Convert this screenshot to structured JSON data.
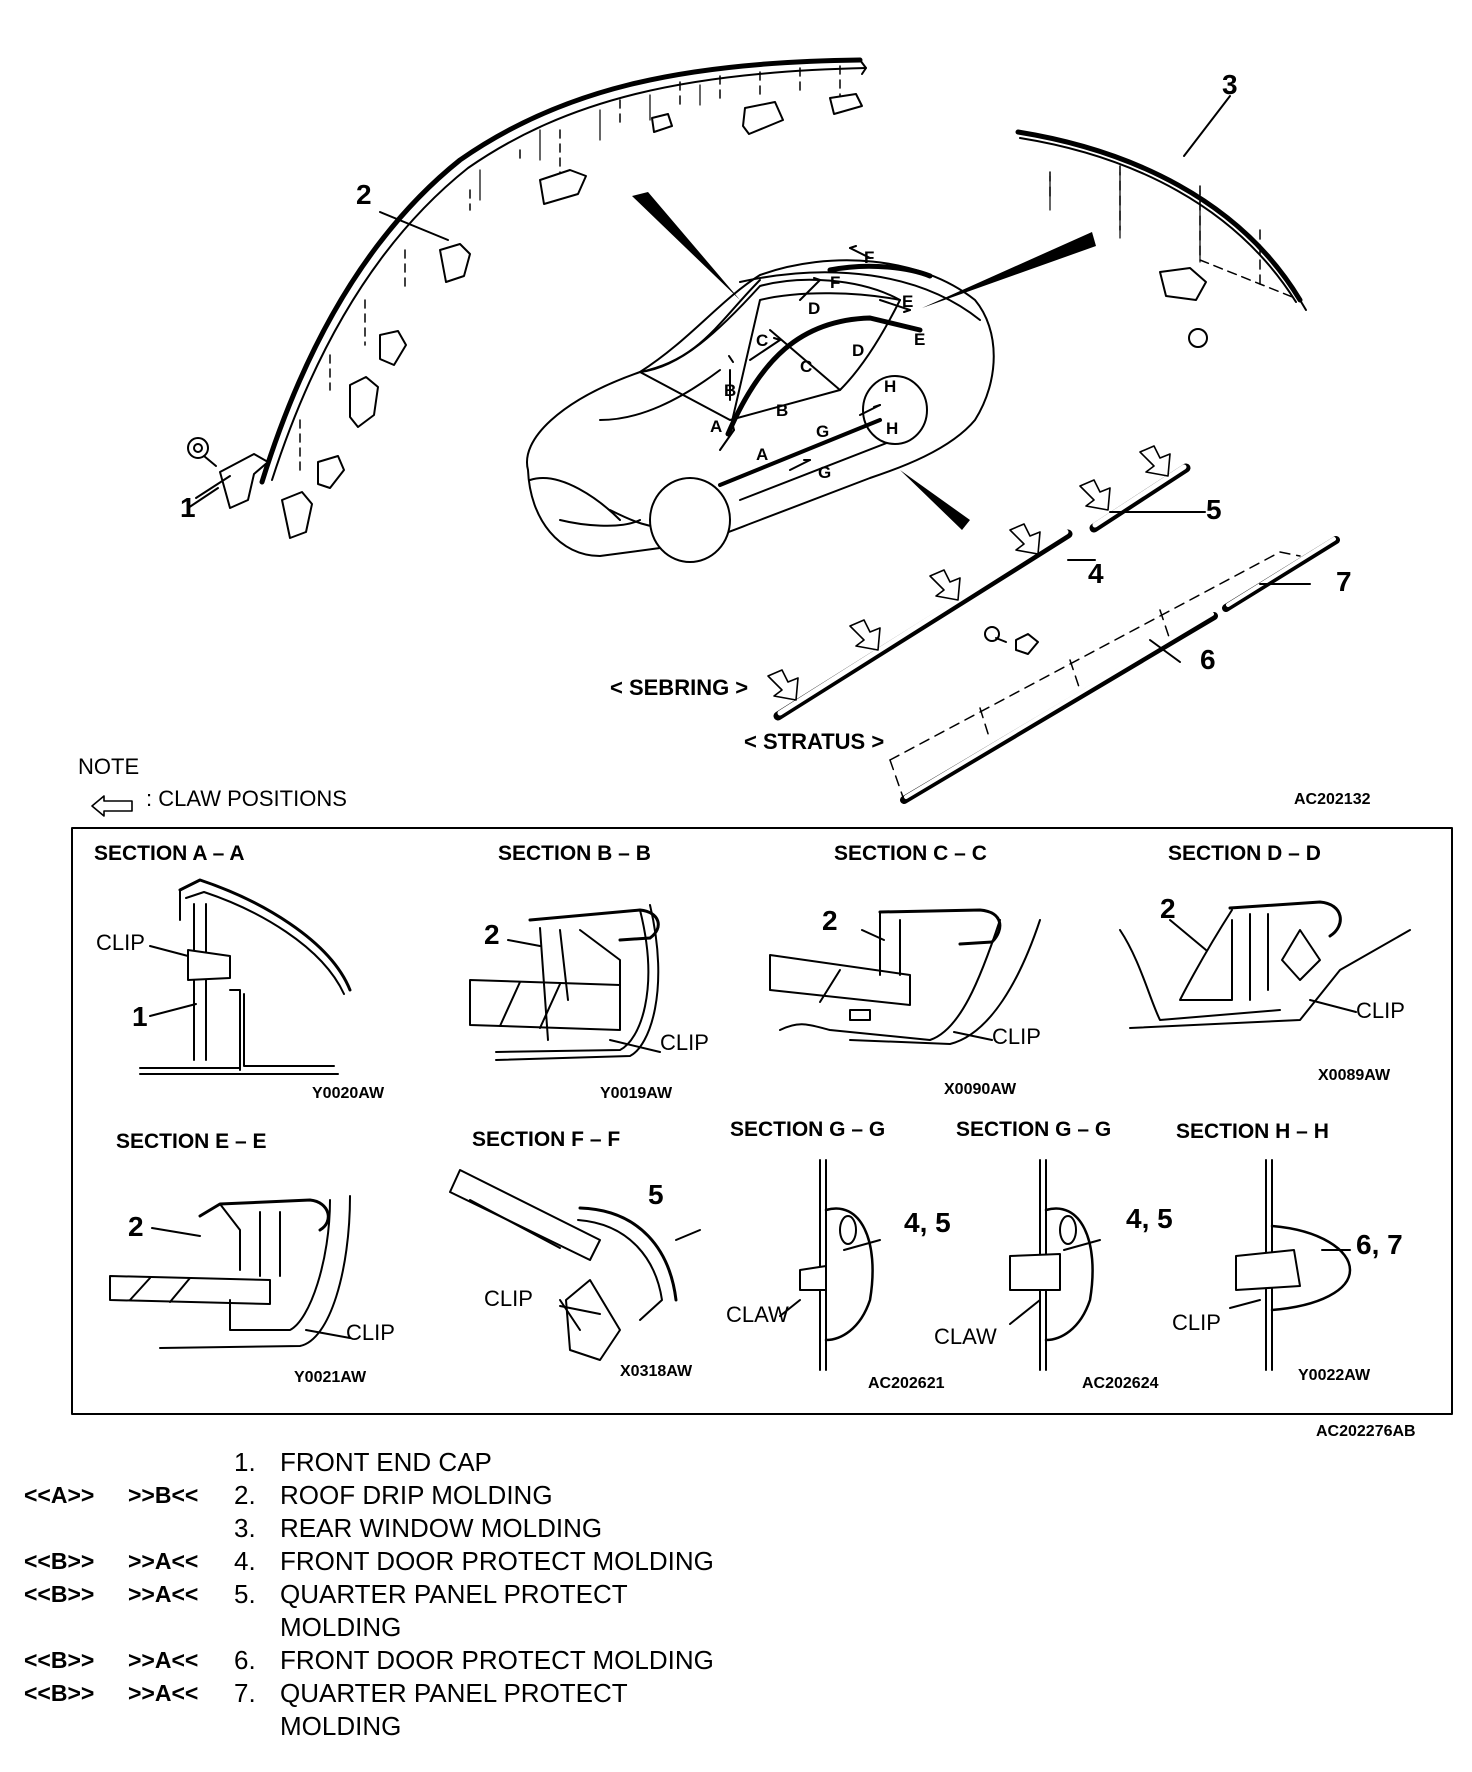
{
  "callouts": {
    "n1": "1",
    "n2": "2",
    "n3": "3",
    "n4": "4",
    "n5": "5",
    "n6": "6",
    "n7": "7"
  },
  "section_letters": {
    "a": "A",
    "b": "B",
    "c": "C",
    "d": "D",
    "e": "E",
    "f": "F",
    "g": "G",
    "h": "H"
  },
  "variants": {
    "sebring": "< SEBRING >",
    "stratus": "< STRATUS >"
  },
  "note": {
    "title": "NOTE",
    "text": ": CLAW POSITIONS"
  },
  "figure_code_top": "AC202132",
  "figure_code_bottom": "AC202276AB",
  "sections": [
    {
      "title": "SECTION A – A",
      "code": "Y0020AW",
      "labels": [
        "CLIP",
        "1"
      ]
    },
    {
      "title": "SECTION B – B",
      "code": "Y0019AW",
      "labels": [
        "2",
        "CLIP"
      ]
    },
    {
      "title": "SECTION C – C",
      "code": "X0090AW",
      "labels": [
        "2",
        "CLIP"
      ]
    },
    {
      "title": "SECTION D – D",
      "code": "X0089AW",
      "labels": [
        "2",
        "CLIP"
      ]
    },
    {
      "title": "SECTION E – E",
      "code": "Y0021AW",
      "labels": [
        "2",
        "CLIP"
      ]
    },
    {
      "title": "SECTION F – F",
      "code": "X0318AW",
      "labels": [
        "5",
        "CLIP"
      ]
    },
    {
      "title": "SECTION G – G",
      "code": "AC202621",
      "labels": [
        "4, 5",
        "CLAW"
      ]
    },
    {
      "title": "SECTION G – G",
      "code": "AC202624",
      "labels": [
        "4, 5",
        "CLAW"
      ]
    },
    {
      "title": "SECTION H – H",
      "code": "Y0022AW",
      "labels": [
        "6, 7",
        "CLIP"
      ]
    }
  ],
  "legend": [
    {
      "rem": "",
      "inst": "",
      "num": "1.",
      "lines": [
        "FRONT END CAP"
      ]
    },
    {
      "rem": "<<A>>",
      "inst": ">>B<<",
      "num": "2.",
      "lines": [
        "ROOF DRIP MOLDING"
      ]
    },
    {
      "rem": "",
      "inst": "",
      "num": "3.",
      "lines": [
        "REAR WINDOW MOLDING"
      ]
    },
    {
      "rem": "<<B>>",
      "inst": ">>A<<",
      "num": "4.",
      "lines": [
        "FRONT DOOR PROTECT MOLDING"
      ]
    },
    {
      "rem": "<<B>>",
      "inst": ">>A<<",
      "num": "5.",
      "lines": [
        "QUARTER PANEL PROTECT",
        "MOLDING"
      ]
    },
    {
      "rem": "<<B>>",
      "inst": ">>A<<",
      "num": "6.",
      "lines": [
        "FRONT DOOR PROTECT MOLDING"
      ]
    },
    {
      "rem": "<<B>>",
      "inst": ">>A<<",
      "num": "7.",
      "lines": [
        "QUARTER PANEL PROTECT",
        "MOLDING"
      ]
    }
  ]
}
